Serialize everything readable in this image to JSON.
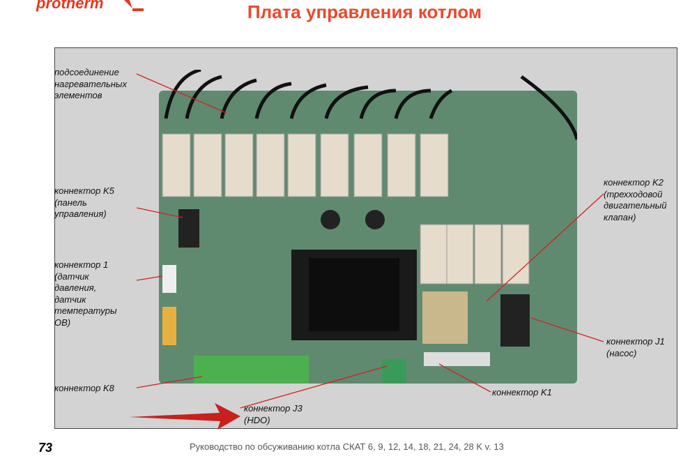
{
  "header": {
    "logo_text": "protherm",
    "title": "Плата управления котлом"
  },
  "labels": {
    "heating_elements": "подсоединение\nнагревательных\nэлементов",
    "k5": "коннектор K5\n(панель\nуправления)",
    "c1": "коннектор 1\n(датчик\nдавления,\nдатчик\nтемпературы\nОВ)",
    "k8": "коннектор K8",
    "j3": "коннектор J3\n(HDO)",
    "k1": "коннектор K1",
    "k2": "коннектор K2\n(трехходовой\nдвигательный\nклапан)",
    "j1": "коннектор J1\n(насос)"
  },
  "footer": {
    "page_number": "73",
    "text": "Руководство по обсуживанию котла СКАТ 6, 9, 12, 14, 18, 21, 24, 28 K v. 13"
  },
  "colors": {
    "accent": "#e84a2c",
    "board": "#5f8a70",
    "leader": "#d42020"
  }
}
